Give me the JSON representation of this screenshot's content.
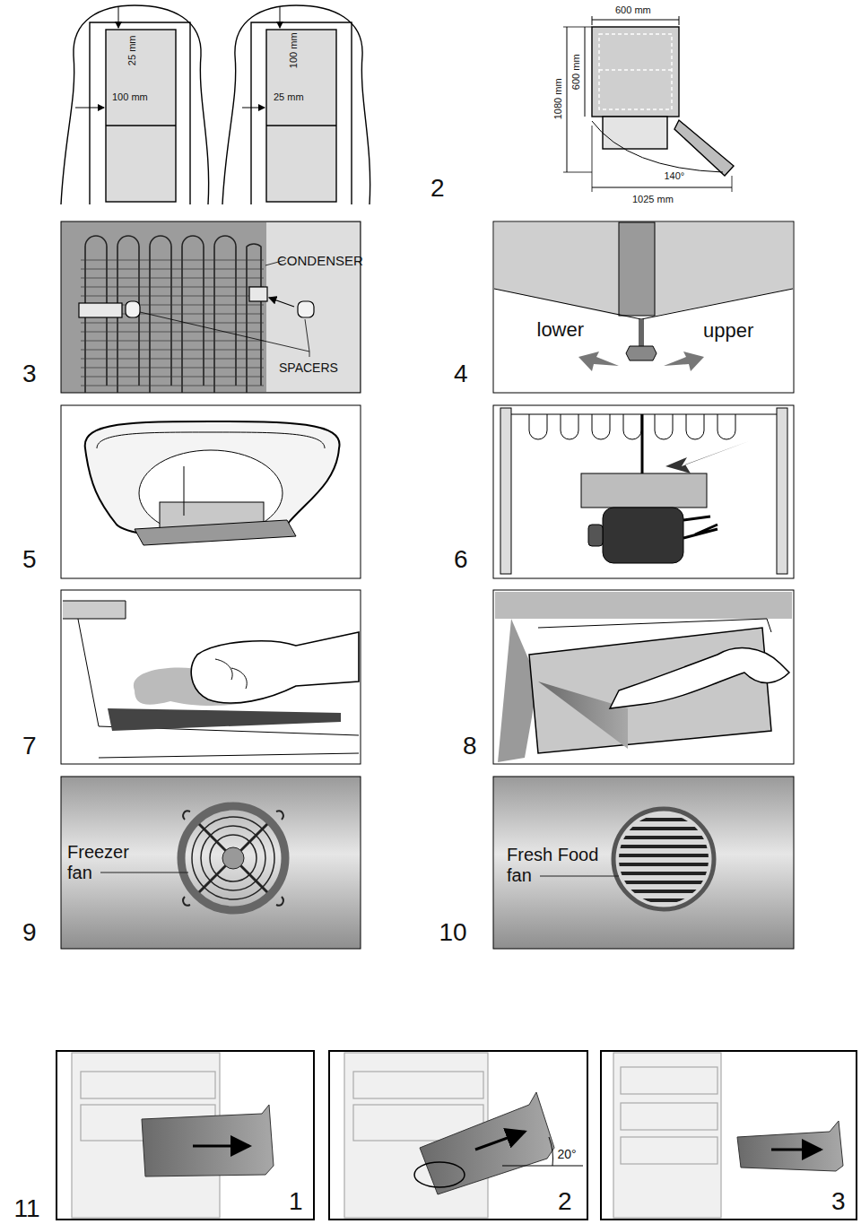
{
  "diagram": {
    "labels": [
      "25 mm",
      "100 mm",
      "100 mm",
      "25 mm",
      "600 mm",
      "600 mm",
      "1080 mm",
      "140°",
      "1025 mm",
      "2",
      "CONDENSER",
      "SPACERS",
      "3",
      "lower",
      "upper",
      "4",
      "5",
      "6",
      "7",
      "8",
      "Freezer fan",
      "9",
      "Fresh Food fan",
      "10",
      "11",
      "1",
      "20°",
      "2",
      "3"
    ]
  }
}
